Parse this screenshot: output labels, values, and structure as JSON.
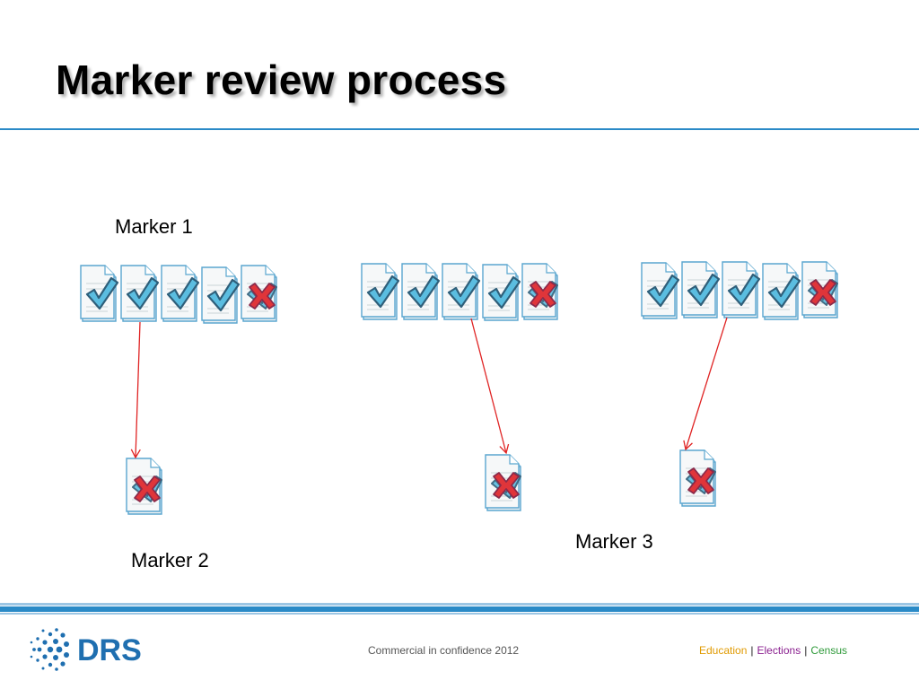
{
  "slide": {
    "title": "Marker review process",
    "labels": {
      "marker1": "Marker 1",
      "marker2": "Marker 2",
      "marker3": "Marker 3"
    }
  },
  "groups": [
    {
      "marks": [
        "check",
        "check",
        "check",
        "check",
        "cross"
      ],
      "reviewed_mark": "cross"
    },
    {
      "marks": [
        "check",
        "check",
        "check",
        "check",
        "cross"
      ],
      "reviewed_mark": "cross"
    },
    {
      "marks": [
        "check",
        "check",
        "check",
        "check",
        "cross"
      ],
      "reviewed_mark": "cross"
    }
  ],
  "footer": {
    "confidentiality": "Commercial in confidence 2012",
    "tag1": "Education",
    "tag2": "Elections",
    "tag3": "Census",
    "separator": "|",
    "logo_text": "DRS"
  },
  "colors": {
    "accent_blue": "#2a8ac7",
    "check": "#5bbde0",
    "cross": "#e0353a",
    "arrow": "#e02424",
    "education": "#e09a00",
    "elections": "#8a1f8f",
    "census": "#2f9a3a",
    "logo": "#1f6fb0"
  }
}
